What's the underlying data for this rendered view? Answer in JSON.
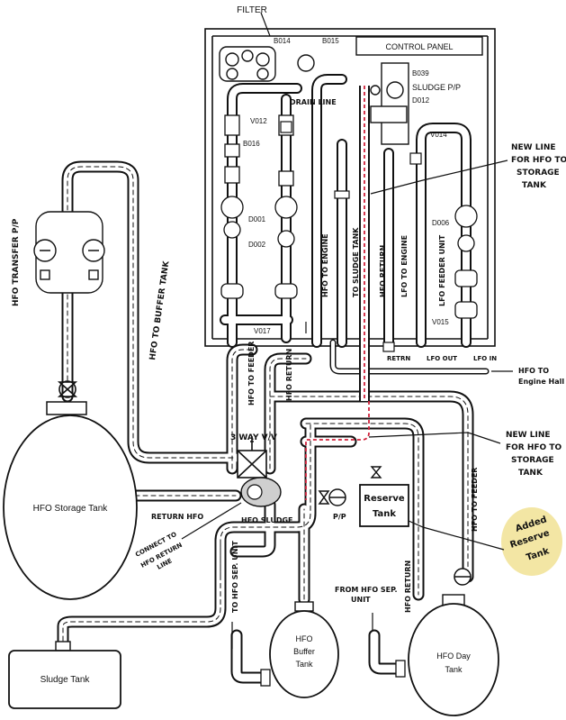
{
  "tanks": {
    "storage": "HFO Storage Tank",
    "sludge": "Sludge Tank",
    "buffer_line1": "HFO",
    "buffer_line2": "Buffer",
    "buffer_line3": "Tank",
    "day_line1": "HFO Day",
    "day_line2": "Tank"
  },
  "panel": {
    "filter": "FILTER",
    "control_panel": "CONTROL PANEL",
    "b014": "B014",
    "b015": "B015",
    "b039": "B039",
    "d012": "D012",
    "sludge_pp": "SLUDGE P/P",
    "drain_line": "DRAIN LINE",
    "v012": "V012",
    "v014": "V014",
    "b016": "B016",
    "d001": "D001",
    "d002": "D002",
    "d006": "D006",
    "v017": "V017",
    "v015": "V015",
    "hfo_to_engine": "HFO TO ENGINE",
    "to_sludge_tank": "TO SLUDGE TANK",
    "hfo_return_v": "HFO RETURN",
    "lfo_to_engine": "LFO TO ENGINE",
    "lfo_feeder_unit": "LFO FEEDER UNIT",
    "return_out": "RETRN",
    "lfo_out": "LFO OUT",
    "lfo_in": "LFO IN"
  },
  "labels": {
    "transfer_pp": "HFO TRANSFER P/P",
    "hfo_to_buffer": "HFO TO BUFFER TANK",
    "hfo_to_feeder_left": "HFO TO FEEDER",
    "hfo_return_mid": "HFO RETURN",
    "three_way": "3 WAY V/V",
    "return_hfo": "RETURN HFO",
    "hfo_sludge": "HFO SLUDGE",
    "pp": "P/P",
    "reserve_tank_line1": "Reserve",
    "reserve_tank_line2": "Tank",
    "connect_line1": "CONNECT TO",
    "connect_line2": "HFO RETURN",
    "connect_line3": "LINE",
    "to_hfo_sep_unit": "TO HFO SEP. UNIT",
    "from_hfo_sep_line1": "FROM HFO SEP.",
    "from_hfo_sep_line2": "UNIT",
    "hfo_return_right": "HFO RETURN",
    "hfo_to_feeder_right": "HFO TO FEEDER",
    "hfo_to_engine_hall_line1": "HFO TO",
    "hfo_to_engine_hall_line2": "Engine Hall",
    "new_line_top_1": "NEW LINE",
    "new_line_top_2": "FOR HFO TO",
    "new_line_top_3": "STORAGE",
    "new_line_top_4": "TANK",
    "new_line_bot_1": "NEW LINE",
    "new_line_bot_2": "FOR HFO TO",
    "new_line_bot_3": "STORAGE",
    "new_line_bot_4": "TANK",
    "added_reserve_1": "Added",
    "added_reserve_2": "Reserve",
    "added_reserve_3": "Tank"
  },
  "colors": {
    "ink": "#111111",
    "new_line_red": "#d0213a",
    "highlight": "#f3e6a4",
    "sludge_shade": "#cfcfcf"
  }
}
